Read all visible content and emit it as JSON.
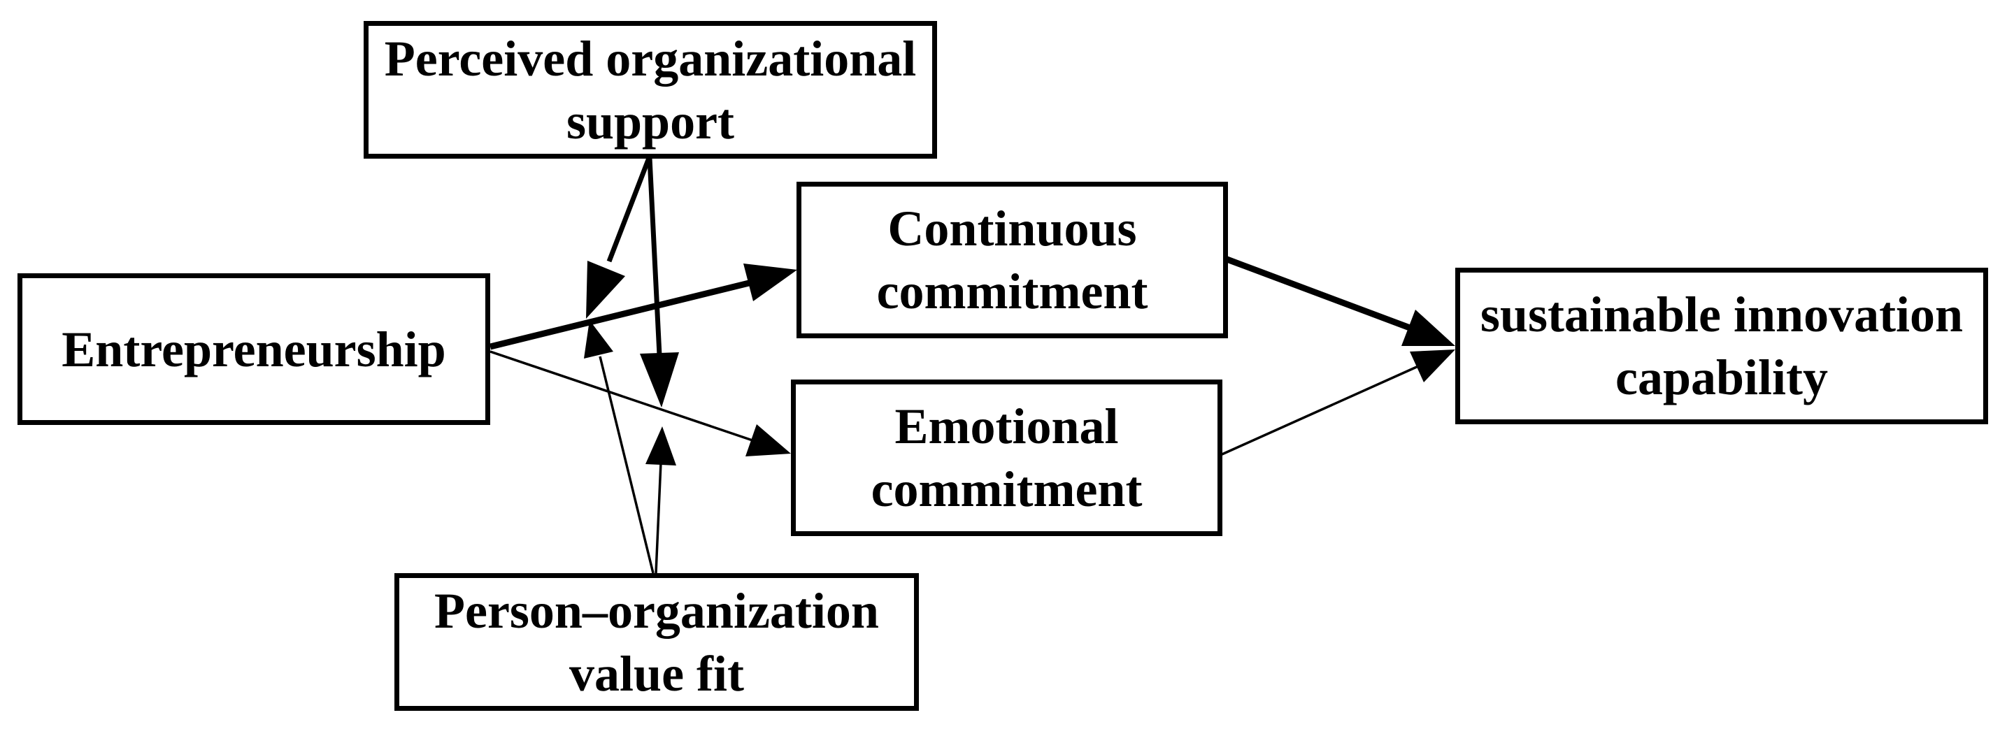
{
  "figure": {
    "kind": "conceptual research model (moderated mediation path diagram)"
  },
  "colors": {
    "background": "#ffffff",
    "box_fill": "#ffffff",
    "box_border": "#000000",
    "line": "#000000",
    "text": "#000000"
  },
  "nodes": {
    "pos": {
      "label": "Perceived organizational support"
    },
    "ent": {
      "label": "Entrepreneurship"
    },
    "cont": {
      "label": "Continuous commitment"
    },
    "emo": {
      "label": "Emotional commitment"
    },
    "pofit": {
      "label": "Person–organization value fit"
    },
    "sic": {
      "label": "sustainable innovation capability"
    }
  },
  "edges": [
    {
      "from": "Entrepreneurship",
      "to": "Continuous commitment",
      "role": "direct",
      "weight": "thick"
    },
    {
      "from": "Entrepreneurship",
      "to": "Emotional commitment",
      "role": "direct",
      "weight": "thin"
    },
    {
      "from": "Continuous commitment",
      "to": "sustainable innovation capability",
      "role": "direct",
      "weight": "thick"
    },
    {
      "from": "Emotional commitment",
      "to": "sustainable innovation capability",
      "role": "direct",
      "weight": "thin"
    },
    {
      "from": "Perceived organizational support",
      "to": "path: Entrepreneurship → Continuous commitment",
      "role": "moderation",
      "weight": "thick"
    },
    {
      "from": "Perceived organizational support",
      "to": "path: Entrepreneurship → Emotional commitment",
      "role": "moderation",
      "weight": "thick"
    },
    {
      "from": "Person–organization value fit",
      "to": "path: Entrepreneurship → Continuous commitment",
      "role": "moderation",
      "weight": "thin"
    },
    {
      "from": "Person–organization value fit",
      "to": "path: Entrepreneurship → Emotional commitment",
      "role": "moderation",
      "weight": "thin"
    }
  ]
}
